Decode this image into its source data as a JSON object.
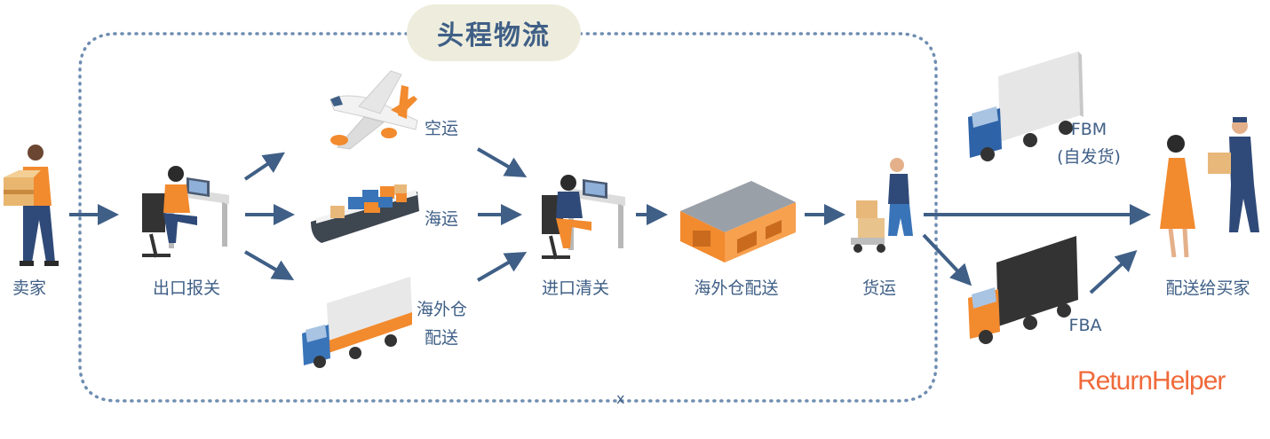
{
  "title": "头程物流",
  "nodes": {
    "seller": "卖家",
    "export_customs": "出口报关",
    "air": "空运",
    "sea": "海运",
    "overseas_delivery_line1": "海外仓",
    "overseas_delivery_line2": "配送",
    "import_customs": "进口清关",
    "warehouse_delivery": "海外仓配送",
    "freight": "货运",
    "fbm_line1": "FBM",
    "fbm_line2": "(自发货)",
    "fba": "FBA",
    "buyer": "配送给买家"
  },
  "logo": "ReturnHelper",
  "bottom_mark": "x",
  "colors": {
    "label": "#3f5f86",
    "arrow": "#3f5f86",
    "orange": "#f28a2e",
    "logo": "#f06a3b",
    "pill": "#eeeddd",
    "border": "#6f8db1"
  }
}
